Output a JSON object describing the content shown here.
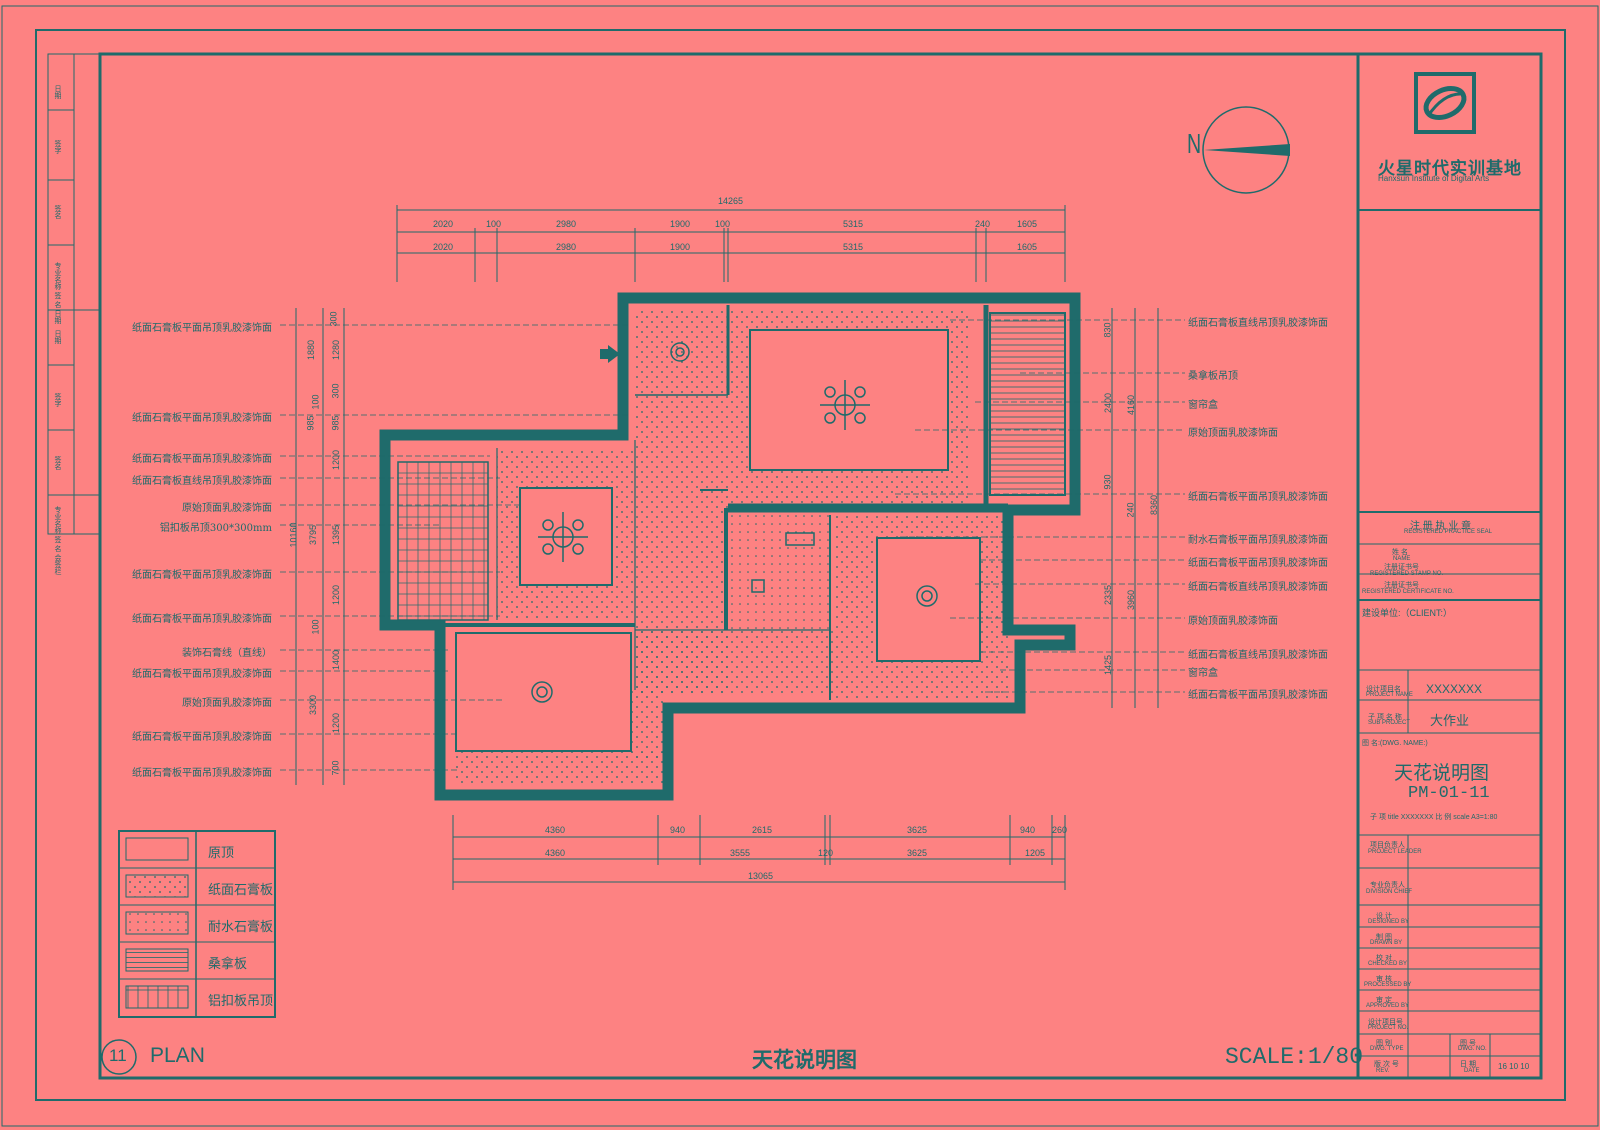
{
  "north_label": "N",
  "logo_name_cn": "火星时代实训基地",
  "logo_name_en": "Hanxsun Institute of Digital Arts",
  "left_labels": [
    "纸面石膏板平面吊顶乳胶漆饰面",
    "纸面石膏板平面吊顶乳胶漆饰面",
    "纸面石膏板平面吊顶乳胶漆饰面",
    "纸面石膏板直线吊顶乳胶漆饰面",
    "原始顶面乳胶漆饰面",
    "铝扣板吊顶300*300mm",
    "纸面石膏板平面吊顶乳胶漆饰面",
    "纸面石膏板平面吊顶乳胶漆饰面",
    "装饰石膏线（直线）",
    "纸面石膏板平面吊顶乳胶漆饰面",
    "原始顶面乳胶漆饰面",
    "纸面石膏板平面吊顶乳胶漆饰面",
    "纸面石膏板平面吊顶乳胶漆饰面"
  ],
  "right_labels": [
    "纸面石膏板直线吊顶乳胶漆饰面",
    "桑拿板吊顶",
    "窗帘盒",
    "原始顶面乳胶漆饰面",
    "纸面石膏板平面吊顶乳胶漆饰面",
    "耐水石膏板平面吊顶乳胶漆饰面",
    "纸面石膏板平面吊顶乳胶漆饰面",
    "纸面石膏板直线吊顶乳胶漆饰面",
    "原始顶面乳胶漆饰面",
    "纸面石膏板直线吊顶乳胶漆饰面",
    "窗帘盒",
    "纸面石膏板平面吊顶乳胶漆饰面"
  ],
  "dims_top_total": "14265",
  "dims_top_row1": [
    "2020",
    "100",
    "2980",
    "1900",
    "100",
    "5315",
    "240",
    "1605"
  ],
  "dims_top_row2": [
    "2020",
    "2980",
    "1900",
    "5315",
    "1605"
  ],
  "dims_bottom_row1": [
    "4360",
    "940",
    "2615",
    "3625",
    "940",
    "260"
  ],
  "dims_bottom_row2": [
    "4360",
    "3555",
    "120",
    "3625",
    "1205"
  ],
  "dims_bottom_total": "13065",
  "dims_left_outer": [
    "1880",
    "985",
    "10160",
    "3795",
    "3300"
  ],
  "dims_left_inner": [
    "300",
    "1280",
    "300",
    "100",
    "985",
    "1200",
    "1395",
    "1200",
    "100",
    "1400",
    "1200",
    "700"
  ],
  "dims_right_inner": [
    "830",
    "2400",
    "930",
    "240",
    "2335",
    "1425"
  ],
  "dims_right_outer": [
    "4160",
    "8360",
    "3960"
  ],
  "legend": [
    {
      "name": "原顶"
    },
    {
      "name": "纸面石膏板"
    },
    {
      "name": "耐水石膏板"
    },
    {
      "name": "桑拿板"
    },
    {
      "name": "铝扣板吊顶"
    }
  ],
  "plan_number": "11",
  "plan_label": "PLAN",
  "bottom_title": "天花说明图",
  "scale": "SCALE:1/80",
  "tb": {
    "reg_stamp_cn": "注 册 执 业 章",
    "reg_stamp_en": "REGISTERED PRACTICE SEAL",
    "name_cn": "姓 名",
    "name_en": "NAME",
    "reg_no_cn": "注册证书号",
    "reg_no_en": "REGISTERED STAMP NO.",
    "cert_no_cn": "注册证书号",
    "cert_no_en": "REGISTERED CERTIFICATE NO.",
    "client": "建设单位:（CLIENT:）",
    "project_name_cn": "设计项目名",
    "project_name_en": "PROJECT NAME",
    "project_name_value": "XXXXXXX",
    "sub_project_cn": "子 项 名 称",
    "sub_project_en": "SUB PROJECT",
    "sub_project_value": "大作业",
    "drawing_name_label": "图 名:(DWG. NAME:)",
    "drawing_title": "天花说明图",
    "drawing_no": "PM-01-11",
    "title_scale_line": "子 项 title XXXXXXX 比 例 scale A3=1:80",
    "leader_cn": "项目负责人",
    "leader_en": "PROJECT LEADER",
    "chief_cn": "专业负责人",
    "chief_en": "DIVISION CHIEF",
    "designed_cn": "设 计",
    "designed_en": "DESIGNED BY",
    "drawn_cn": "制 图",
    "drawn_en": "DRAWN BY",
    "checked_cn": "校 对",
    "checked_en": "CHECKED BY",
    "processed_cn": "审 核",
    "processed_en": "PROCESSED BY",
    "approved_cn": "审 定",
    "approved_en": "APPROVED BY",
    "project_no_cn": "设计项目号",
    "project_no_en": "PROJECT NO.",
    "dwg_type_cn": "图 别",
    "dwg_type_en": "DWG. TYPE",
    "version_cn": "版 次 号",
    "version_en": "REV.",
    "dwg_no_cn": "图 号",
    "dwg_no_en": "DWG. NO.",
    "date_cn": "日 期",
    "date_en": "DATE",
    "date_value": "16 10 10"
  },
  "left_strip": [
    "日期",
    "签字",
    "签名",
    "专业名称 签 名 日期",
    "日期",
    "签字",
    "签名",
    "专业名称 签 名 会签栏"
  ]
}
